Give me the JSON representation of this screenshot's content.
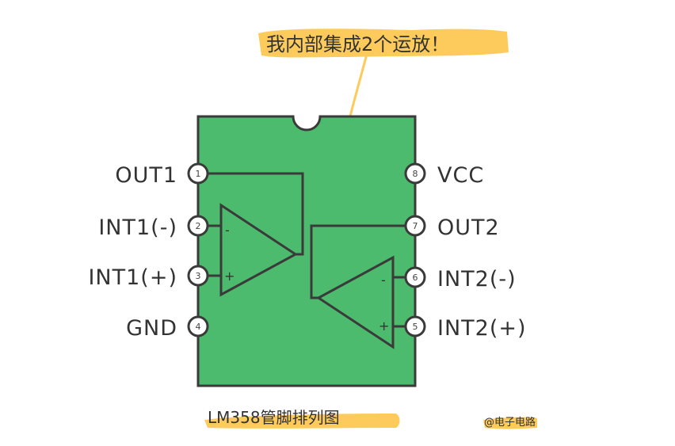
{
  "callout": {
    "text": "我内部集成2个运放！"
  },
  "chip": {
    "name": "LM358",
    "body_color": "#4cbb6e",
    "outline_color": "#3a3a3a",
    "highlight_color": "#fdcb5c"
  },
  "pins": [
    {
      "number": "1",
      "label": "OUT1"
    },
    {
      "number": "2",
      "label": "INT1(-)"
    },
    {
      "number": "3",
      "label": "INT1(+)"
    },
    {
      "number": "4",
      "label": "GND"
    },
    {
      "number": "5",
      "label": "INT2(+)"
    },
    {
      "number": "6",
      "label": "INT2(-)"
    },
    {
      "number": "7",
      "label": "OUT2"
    },
    {
      "number": "8",
      "label": "VCC"
    }
  ],
  "opamps": [
    {
      "name": "opamp-1",
      "minus": "-",
      "plus": "+"
    },
    {
      "name": "opamp-2",
      "minus": "-",
      "plus": "+"
    }
  ],
  "caption": {
    "text": "LM358管脚排列图"
  },
  "credit": {
    "text": "@电子电路"
  }
}
